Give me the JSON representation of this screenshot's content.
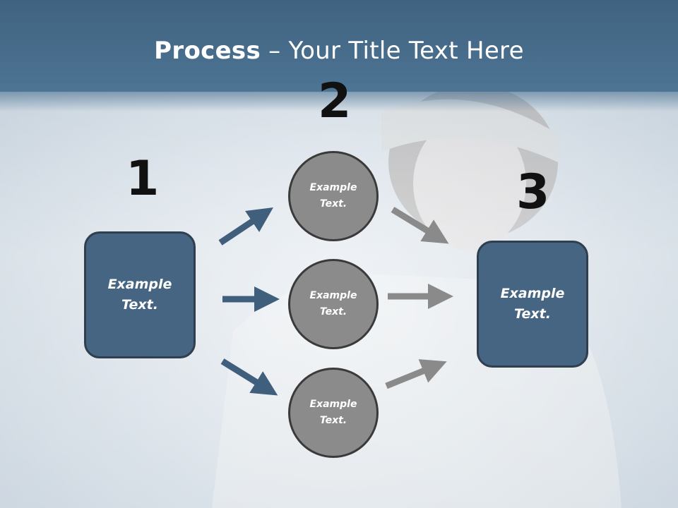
{
  "title": {
    "bold": "Process",
    "rest": " – Your Title Text Here"
  },
  "steps": {
    "n1": "1",
    "n2": "2",
    "n3": "3"
  },
  "left_box": {
    "line1": "Example",
    "line2": "Text."
  },
  "right_box": {
    "line1": "Example",
    "line2": "Text."
  },
  "circles": [
    {
      "line1": "Example",
      "line2": "Text."
    },
    {
      "line1": "Example",
      "line2": "Text."
    },
    {
      "line1": "Example",
      "line2": "Text."
    }
  ],
  "colors": {
    "header": "#456582",
    "box": "#456582",
    "circle": "#8b8b8b",
    "arrow_blue": "#3f5f7d",
    "arrow_gray": "#8a8a8a"
  }
}
